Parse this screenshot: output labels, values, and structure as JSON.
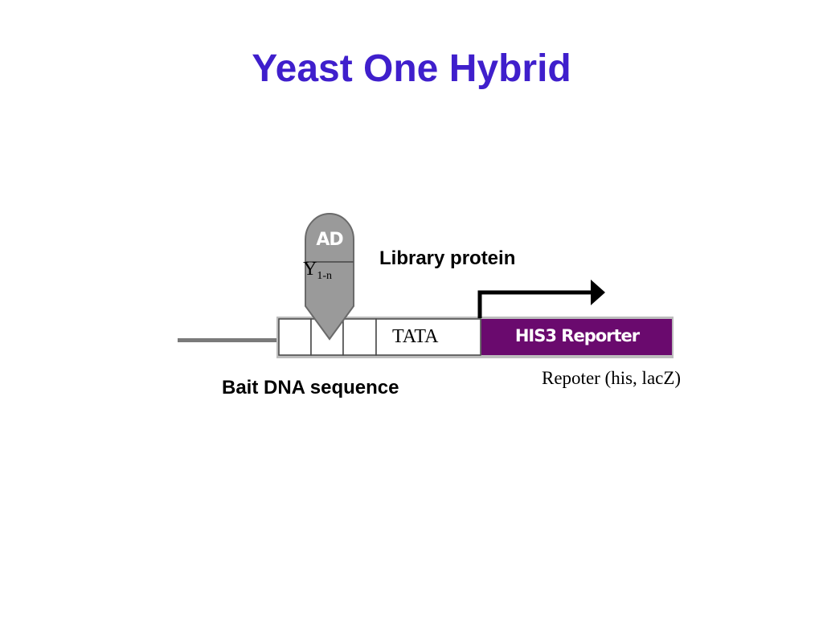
{
  "slide": {
    "title": "Yeast One Hybrid"
  },
  "diagram": {
    "activation_domain_label": "AD",
    "library_protein_label": "Library protein",
    "y_label": "Y",
    "y_subscript": "1-n",
    "tata_label": "TATA",
    "reporter_box_label": "HIS3 Reporter",
    "reporter_caption": "Repoter (his, lacZ)",
    "bait_label": "Bait DNA sequence",
    "colors": {
      "title": "#3f1fcc",
      "protein_fill": "#9a9a9a",
      "reporter_fill": "#6a0a6e",
      "dna_line": "#7a7a7a"
    }
  }
}
